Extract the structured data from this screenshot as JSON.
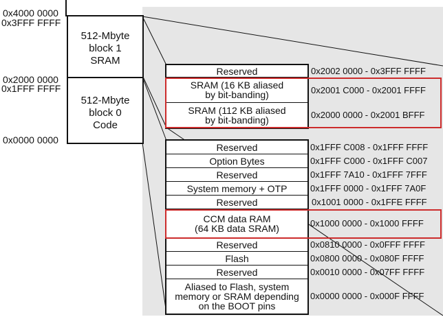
{
  "colors": {
    "shade": "#e6e6e6",
    "highlight": "#cc2b2b",
    "line": "#111111"
  },
  "address_axis": [
    "0x4000 0000",
    "0x3FFF FFFF",
    "0x2000 0000",
    "0x1FFF FFFF",
    "0x0000 0000"
  ],
  "blocks": [
    {
      "label": "512-Mbyte\nblock 1\nSRAM"
    },
    {
      "label": "512-Mbyte\nblock 0\nCode"
    }
  ],
  "sram_regions": [
    {
      "name": "Reserved",
      "range": "0x2002 0000 - 0x3FFF FFFF",
      "highlighted": false
    },
    {
      "name": "SRAM (16 KB aliased\nby bit-banding)",
      "range": "0x2001 C000 - 0x2001 FFFF",
      "highlighted": true
    },
    {
      "name": "SRAM (112 KB aliased\nby bit-banding)",
      "range": "0x2000 0000 - 0x2001 BFFF",
      "highlighted": true
    }
  ],
  "code_regions": [
    {
      "name": "Reserved",
      "range": "0x1FFF C008 - 0x1FFF FFFF",
      "highlighted": false
    },
    {
      "name": "Option Bytes",
      "range": "0x1FFF C000 - 0x1FFF C007",
      "highlighted": false
    },
    {
      "name": "Reserved",
      "range": "0x1FFF 7A10 - 0x1FFF 7FFF",
      "highlighted": false
    },
    {
      "name": "System memory + OTP",
      "range": "0x1FFF 0000 - 0x1FFF 7A0F",
      "highlighted": false
    },
    {
      "name": "Reserved",
      "range": "0x1001 0000 - 0x1FFE FFFF",
      "highlighted": false
    },
    {
      "name": "CCM data RAM\n(64 KB data SRAM)",
      "range": "0x1000 0000 - 0x1000 FFFF",
      "highlighted": true
    },
    {
      "name": "Reserved",
      "range": "0x0810 0000 - 0x0FFF FFFF",
      "highlighted": false
    },
    {
      "name": "Flash",
      "range": "0x0800 0000 - 0x080F FFFF",
      "highlighted": false
    },
    {
      "name": "Reserved",
      "range": "0x0010 0000 - 0x07FF FFFF",
      "highlighted": false
    },
    {
      "name": "Aliased to Flash, system\nmemory or SRAM depending\non the BOOT pins",
      "range": "0x0000 0000 - 0x000F FFFF",
      "highlighted": false
    }
  ]
}
